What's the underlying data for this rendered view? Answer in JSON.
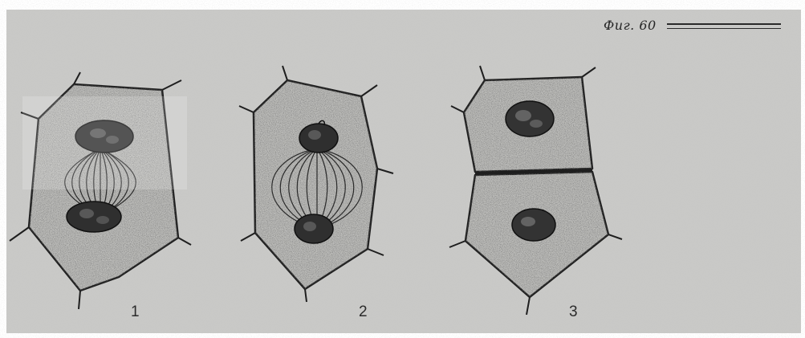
{
  "figure": {
    "label": "Фиг. 60",
    "panels": [
      {
        "number": "1"
      },
      {
        "number": "2"
      },
      {
        "number": "3"
      }
    ]
  },
  "colors": {
    "page": "#c8c8c6",
    "cell_fill": "#b9b9b6",
    "outline": "#1e1e1e",
    "nucleus": "#2f2f2f"
  }
}
